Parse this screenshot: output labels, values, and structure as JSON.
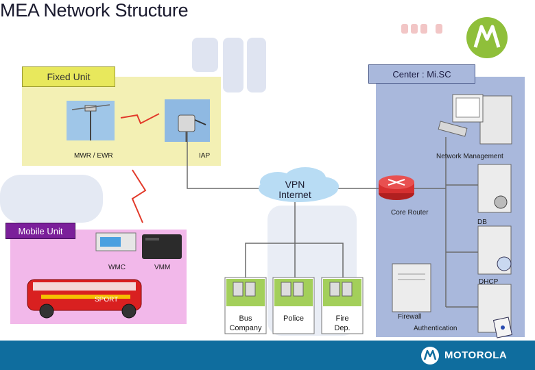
{
  "title": "MEA Network Structure",
  "fixed_unit": {
    "label": "Fixed Unit",
    "mwr": "MWR / EWR",
    "iap": "IAP"
  },
  "center": {
    "label": "Center : Mi.SC",
    "network_management": "Network Management",
    "core_router": "Core Router",
    "db": "DB",
    "dhcp": "DHCP",
    "firewall": "Firewall",
    "authentication": "Authentication"
  },
  "vpn": {
    "line1": "VPN",
    "line2": "Internet"
  },
  "mobile_unit": {
    "label": "Mobile Unit",
    "wmc": "WMC",
    "vmm": "VMM",
    "bus_text": "SPORT"
  },
  "departments": [
    {
      "line1": "Bus",
      "line2": "Company"
    },
    {
      "line1": "Police",
      "line2": ""
    },
    {
      "line1": "Fire",
      "line2": "Dep."
    }
  ],
  "brand": {
    "name": "MOTOROLA"
  },
  "colors": {
    "fixed_bg": "#f3f0b4",
    "center_bg": "#a9b8dc",
    "mobile_bg": "#f2b8ea",
    "footer": "#0f6d9e",
    "label_box": "#e8e85c",
    "mobile_label": "#7b1f9a",
    "lines": "#6b6b6b"
  }
}
